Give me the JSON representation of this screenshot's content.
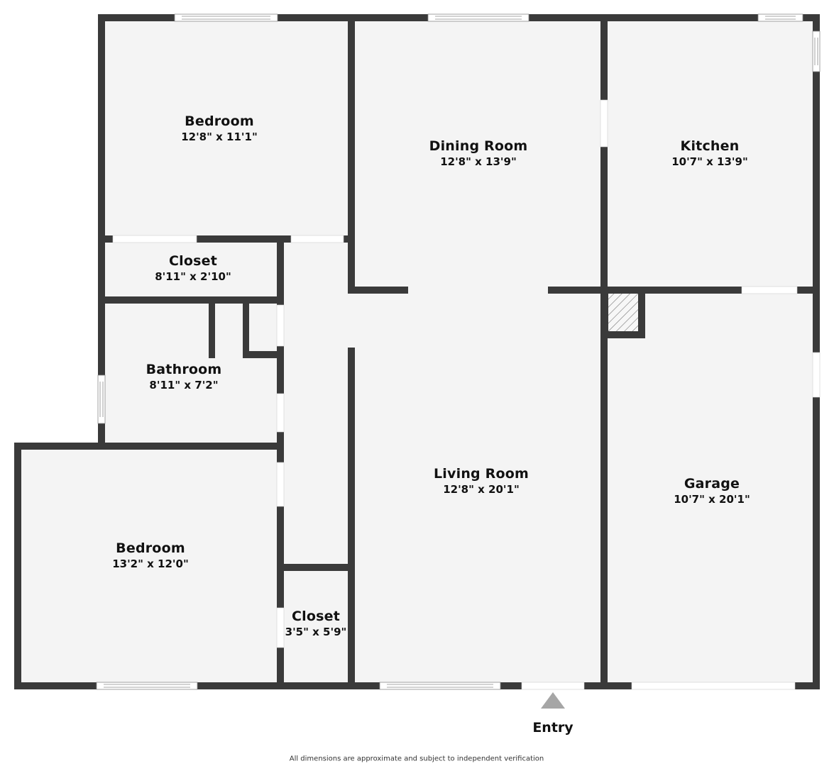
{
  "colors": {
    "wall": "#3a3a3a",
    "floor": "#f4f4f4",
    "opening": "#ffffff",
    "entry_marker": "#a6a6a6",
    "text": "#111111"
  },
  "rooms": [
    {
      "name": "Bedroom",
      "dimensions": "12'8\" x 11'1\""
    },
    {
      "name": "Dining Room",
      "dimensions": "12'8\" x 13'9\""
    },
    {
      "name": "Kitchen",
      "dimensions": "10'7\" x 13'9\""
    },
    {
      "name": "Closet",
      "dimensions": "8'11\" x 2'10\""
    },
    {
      "name": "Bathroom",
      "dimensions": "8'11\" x 7'2\""
    },
    {
      "name": "Living Room",
      "dimensions": "12'8\" x 20'1\""
    },
    {
      "name": "Garage",
      "dimensions": "10'7\" x 20'1\""
    },
    {
      "name": "Bedroom",
      "dimensions": "13'2\" x 12'0\""
    },
    {
      "name": "Closet",
      "dimensions": "3'5\" x 5'9\""
    }
  ],
  "entry": {
    "label": "Entry",
    "icon": "triangle-up-icon"
  },
  "footer": {
    "note": "All dimensions are approximate and subject to independent verification"
  }
}
